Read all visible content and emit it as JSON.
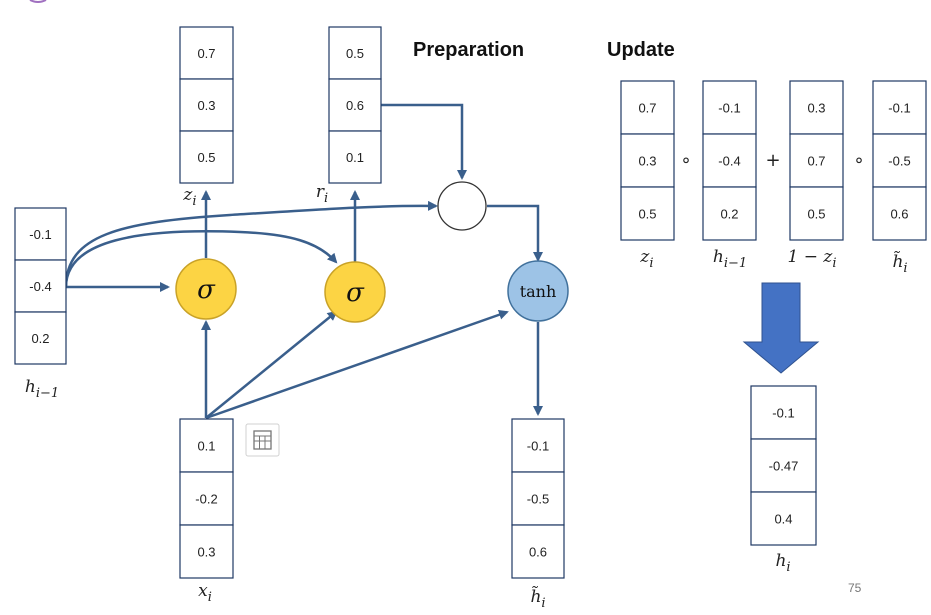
{
  "titles": {
    "preparation": "Preparation",
    "update": "Update"
  },
  "page_number": "75",
  "vectors": {
    "h_prev": {
      "label": "h",
      "sub": "i−1",
      "values": [
        "-0.1",
        "-0.4",
        "0.2"
      ]
    },
    "z": {
      "label": "z",
      "sub": "i",
      "values": [
        "0.7",
        "0.3",
        "0.5"
      ]
    },
    "r": {
      "label": "r",
      "sub": "i",
      "values": [
        "0.5",
        "0.6",
        "0.1"
      ]
    },
    "x": {
      "label": "x",
      "sub": "i",
      "values": [
        "0.1",
        "-0.2",
        "0.3"
      ]
    },
    "h_tilde": {
      "label": "h̃",
      "sub": "i",
      "values": [
        "-0.1",
        "-0.5",
        "0.6"
      ]
    }
  },
  "gates": {
    "sigma": "σ",
    "tanh": "tanh"
  },
  "update": {
    "z": {
      "label": "z",
      "sub": "i",
      "values": [
        "0.7",
        "0.3",
        "0.5"
      ]
    },
    "h_prev": {
      "label": "h",
      "sub": "i−1",
      "values": [
        "-0.1",
        "-0.4",
        "0.2"
      ]
    },
    "one_minus_z": {
      "label": "1 − z",
      "sub": "i",
      "values": [
        "0.3",
        "0.7",
        "0.5"
      ]
    },
    "h_tilde": {
      "label": "h̃",
      "sub": "i",
      "values": [
        "-0.1",
        "-0.5",
        "0.6"
      ]
    },
    "ops": [
      "∘",
      "+",
      "∘"
    ],
    "result": {
      "label": "h",
      "sub": "i",
      "values": [
        "-0.1",
        "-0.47",
        "0.4"
      ]
    }
  },
  "colors": {
    "arrow": "#3a5f8c",
    "sigma_fill": "#fcd444",
    "sigma_stroke": "#c9a227",
    "tanh_fill": "#9dc3e6",
    "tanh_stroke": "#41719c",
    "down_arrow": "#4472c4",
    "box_stroke": "#1f3864"
  }
}
